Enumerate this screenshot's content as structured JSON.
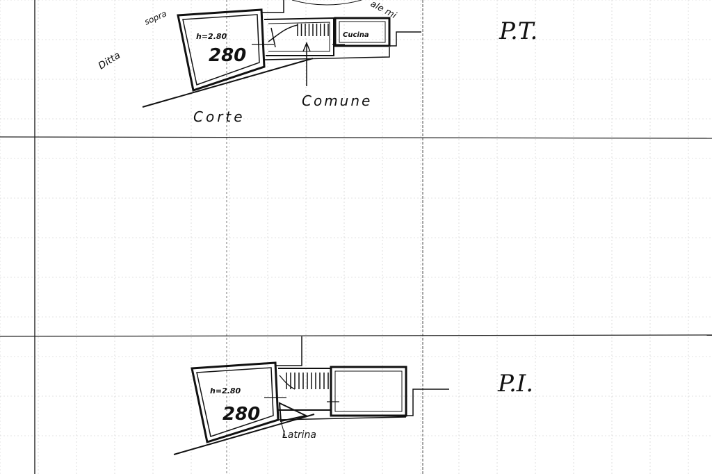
{
  "ground_floor": {
    "label": "P.T.",
    "room_height": "h=2.80",
    "room_number": "280",
    "kitchen_label": "Cucina",
    "court_label_left": "Corte",
    "court_label_right": "Comune",
    "ditta_word": "Ditta",
    "sopra_fragment": "sopra",
    "top_right_fragment": "ale mi"
  },
  "first_floor": {
    "label": "P.I.",
    "room_height": "h=2.80",
    "room_number": "280",
    "toilet_label": "Latrina"
  },
  "colors": {
    "ink": "#111111",
    "grid": "#bfbfbf",
    "paper": "#ffffff"
  }
}
